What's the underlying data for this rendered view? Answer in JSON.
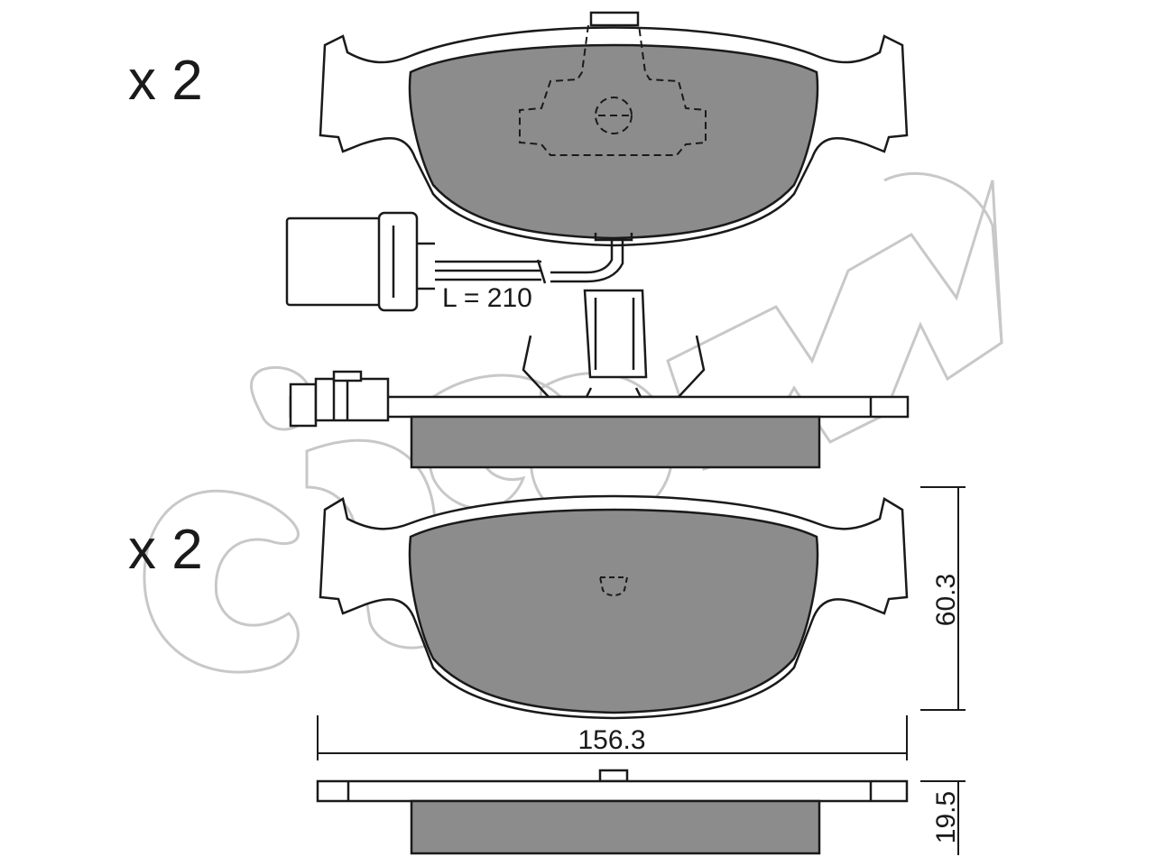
{
  "quantity_top": "x 2",
  "quantity_bottom": "x 2",
  "sensor_wire_length": "L = 210",
  "dimensions": {
    "width": "156.3",
    "height": "60.3",
    "thickness": "19.5"
  },
  "watermark": "cifam",
  "colors": {
    "line": "#1a1a1a",
    "friction_fill": "#8c8c8c",
    "backing_fill": "#ffffff",
    "watermark_stroke": "#c8c8c8"
  }
}
